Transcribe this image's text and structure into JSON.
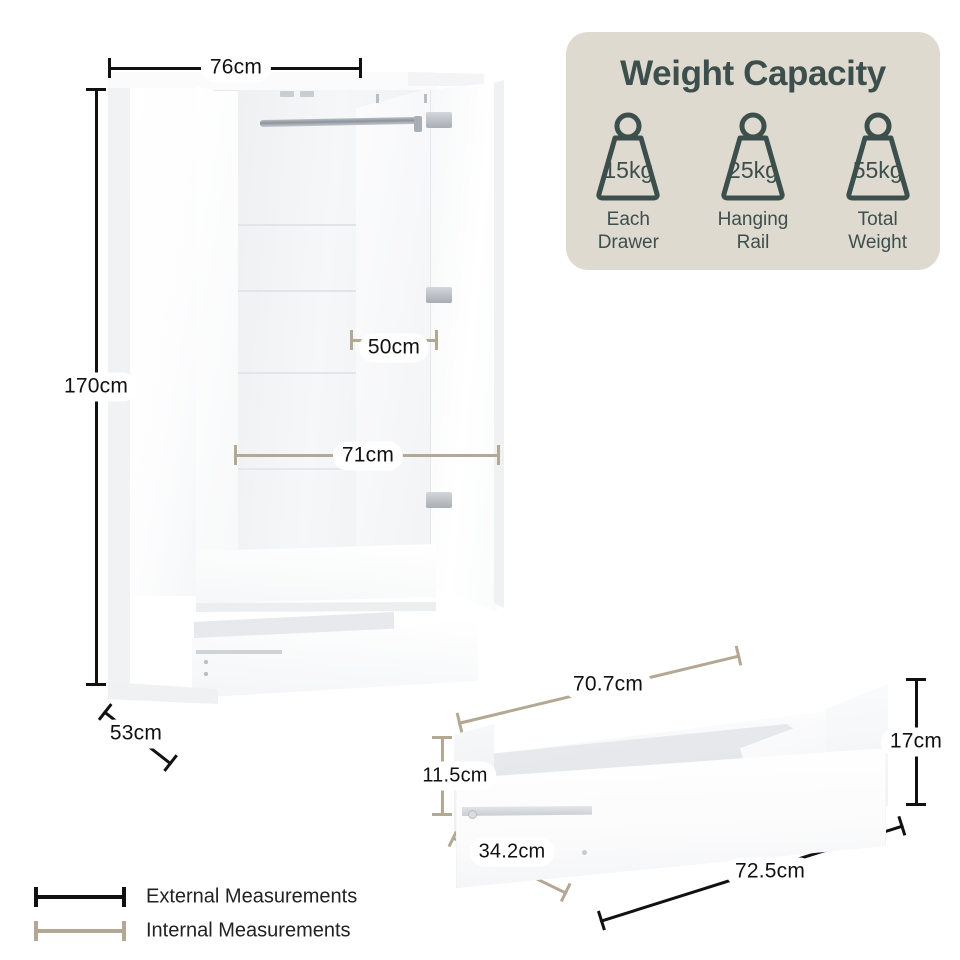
{
  "wardrobe": {
    "width_external": "76cm",
    "height_external": "170cm",
    "depth_external": "53cm",
    "interior_depth": "50cm",
    "interior_width": "71cm"
  },
  "drawer": {
    "internal_width": "70.7cm",
    "internal_height": "11.5cm",
    "internal_depth": "34.2cm",
    "external_width": "72.5cm",
    "external_height": "17cm"
  },
  "weight_panel": {
    "title": "Weight Capacity",
    "background_color": "#dedad0",
    "text_color": "#3d4f4d",
    "items": [
      {
        "value": "15kg",
        "label_line1": "Each",
        "label_line2": "Drawer",
        "icon": "weight-icon"
      },
      {
        "value": "25kg",
        "label_line1": "Hanging",
        "label_line2": "Rail",
        "icon": "weight-icon"
      },
      {
        "value": "55kg",
        "label_line1": "Total",
        "label_line2": "Weight",
        "icon": "weight-icon"
      }
    ]
  },
  "legend": {
    "items": [
      {
        "label": "External Measurements",
        "color": "#111111"
      },
      {
        "label": "Internal Measurements",
        "color": "#b3a893"
      }
    ]
  }
}
